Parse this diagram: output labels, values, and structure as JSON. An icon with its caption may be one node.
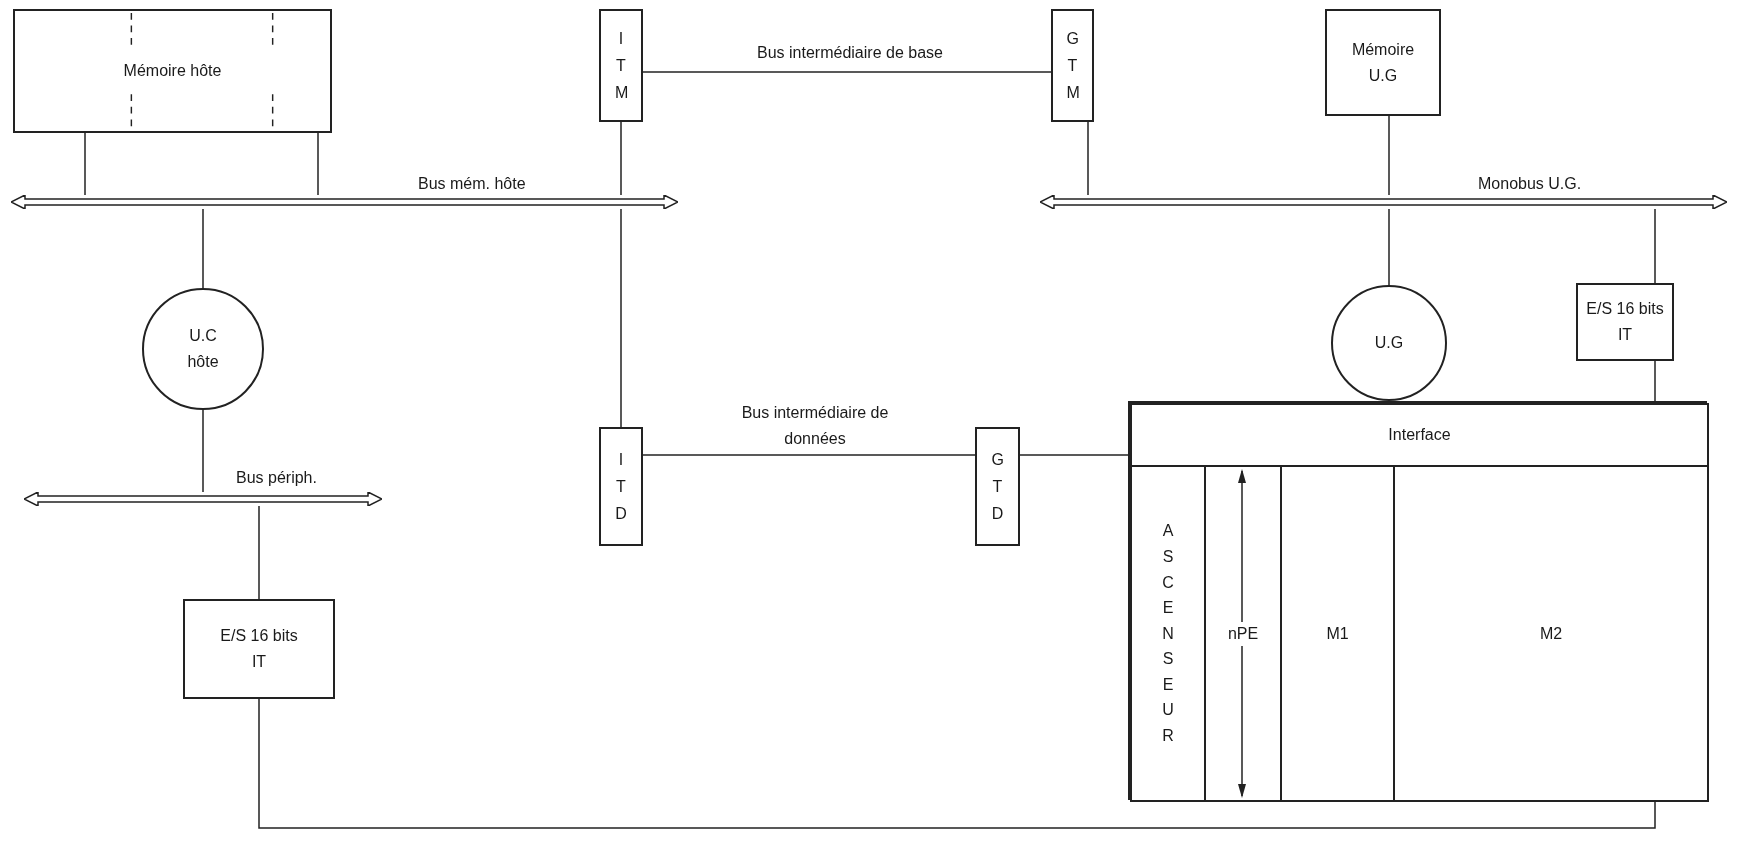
{
  "diagram": {
    "nodes": [
      {
        "text": [
          "Mémoire hôte"
        ]
      },
      {
        "text": [
          "I T M"
        ]
      },
      {
        "text": [
          "G T M"
        ]
      },
      {
        "text": [
          "Mémoire U.G"
        ]
      },
      {
        "text": [],
        "shape": "bar",
        "beside": [
          "Bus mém. hôte"
        ]
      },
      {
        "text": [],
        "shape": "bar",
        "beside": [
          "Monobus U.G."
        ]
      },
      {
        "text": [
          "U.C hôte"
        ]
      },
      {
        "text": [
          "E/S 16 bits IT"
        ]
      },
      {
        "text": [
          "U.G"
        ]
      },
      {
        "text": [
          "I T D"
        ]
      },
      {
        "text": [
          "G T D"
        ]
      },
      {
        "text": [],
        "shape": "box"
      },
      {
        "text": [
          "Interface"
        ],
        "in": 11
      },
      {
        "text": [],
        "shape": "bar",
        "beside": [
          "Bus périph."
        ]
      },
      {
        "text": [
          "A S C E N S E U R"
        ],
        "in": 11
      },
      {
        "text": [
          "nPE"
        ],
        "in": 11
      },
      {
        "text": [
          "M1"
        ],
        "in": 11
      },
      {
        "text": [
          "M2"
        ],
        "in": 11
      },
      {
        "text": [
          "E/S 16 bits IT"
        ]
      }
    ],
    "edges": [
      {
        "from": 0,
        "to": 4,
        "arrow": "none"
      },
      {
        "from": 0,
        "to": 4,
        "arrow": "none"
      },
      {
        "from": 1,
        "to": 2,
        "arrow": "none",
        "label": "Bus intermédiaire de base"
      },
      {
        "from": 1,
        "to": 4,
        "arrow": "none"
      },
      {
        "from": 4,
        "to": 9,
        "arrow": "none"
      },
      {
        "from": 2,
        "to": 5,
        "arrow": "none"
      },
      {
        "from": 3,
        "to": 5,
        "arrow": "none"
      },
      {
        "from": 5,
        "to": 8,
        "arrow": "none"
      },
      {
        "from": 5,
        "to": 7,
        "arrow": "none"
      },
      {
        "from": 4,
        "to": 6,
        "arrow": "none"
      },
      {
        "from": 6,
        "to": 13,
        "arrow": "none"
      },
      {
        "from": 13,
        "to": 18,
        "arrow": "none"
      },
      {
        "from": 9,
        "to": 10,
        "arrow": "none",
        "label": "Bus intermédiaire de données"
      },
      {
        "from": 10,
        "to": 11,
        "arrow": "none"
      },
      {
        "from": 7,
        "to": 11,
        "arrow": "none"
      },
      {
        "from": 11,
        "to": 18,
        "arrow": "none"
      }
    ]
  }
}
